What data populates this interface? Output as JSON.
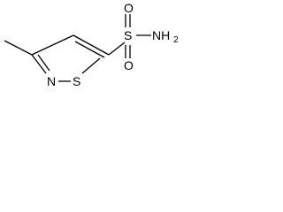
{
  "molecule": {
    "atoms": {
      "ring_n": "N",
      "ring_s": "S",
      "sulfonyl_s": "S",
      "oxygen_top": "O",
      "oxygen_bottom": "O",
      "amine": "NH",
      "amine_subscript": "2"
    }
  },
  "colors": {
    "bond": "#000000",
    "text": "#000000",
    "background": "#ffffff"
  }
}
